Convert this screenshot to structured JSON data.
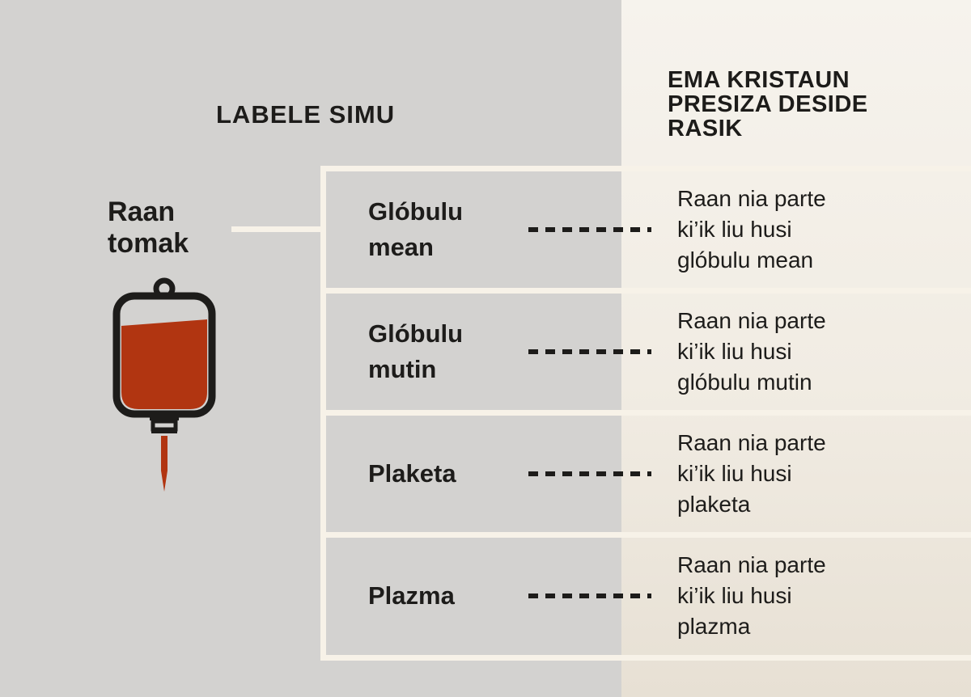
{
  "page": {
    "left_header": "LABELE SIMU",
    "right_header": "EMA KRISTAUN\nPRESIZA DESIDE\nRASIK",
    "source_label": "Raan\ntomak",
    "rows": [
      {
        "label": "Glóbulu\nmean",
        "description": "Raan nia parte\nki’ik liu husi\nglóbulu mean"
      },
      {
        "label": "Glóbulu\nmutin",
        "description": "Raan nia parte\nki’ik liu husi\nglóbulu mutin"
      },
      {
        "label": "Plaketa",
        "description": "Raan nia parte\nki’ik liu husi\nplaketa"
      },
      {
        "label": "Plazma",
        "description": "Raan nia parte\nki’ik liu husi\nplazma"
      }
    ],
    "colors": {
      "background_gray": "#d3d2d0",
      "background_cream": "#f3efe8",
      "separator_cream": "#f7f2e8",
      "text_dark": "#1d1c1a",
      "blood_red": "#b13511"
    }
  }
}
